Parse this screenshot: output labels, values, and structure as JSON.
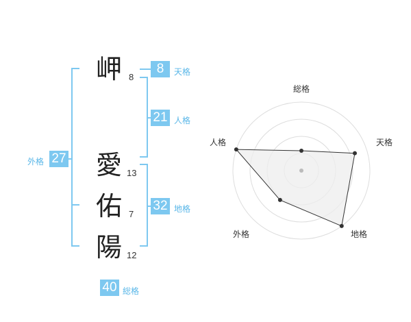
{
  "characters": [
    {
      "char": "岬",
      "strokes": "8"
    },
    {
      "char": "愛",
      "strokes": "13"
    },
    {
      "char": "佑",
      "strokes": "7"
    },
    {
      "char": "陽",
      "strokes": "12"
    }
  ],
  "fortune": {
    "tenkaku": {
      "label": "天格",
      "value": "8"
    },
    "jinkaku": {
      "label": "人格",
      "value": "21"
    },
    "chikaku": {
      "label": "地格",
      "value": "32"
    },
    "gaikaku": {
      "label": "外格",
      "value": "27"
    },
    "soukaku": {
      "label": "総格",
      "value": "40"
    }
  },
  "colors": {
    "accent": "#7dc8f0",
    "label": "#5ab7e8",
    "radar_fill": "#eeeeee",
    "radar_line": "#333333"
  },
  "chart_data": {
    "type": "radar",
    "axes": [
      "総格",
      "天格",
      "地格",
      "外格",
      "人格"
    ],
    "values": [
      0.29,
      0.82,
      1.0,
      0.53,
      1.0
    ],
    "range": [
      0,
      1
    ],
    "rings": 4
  }
}
